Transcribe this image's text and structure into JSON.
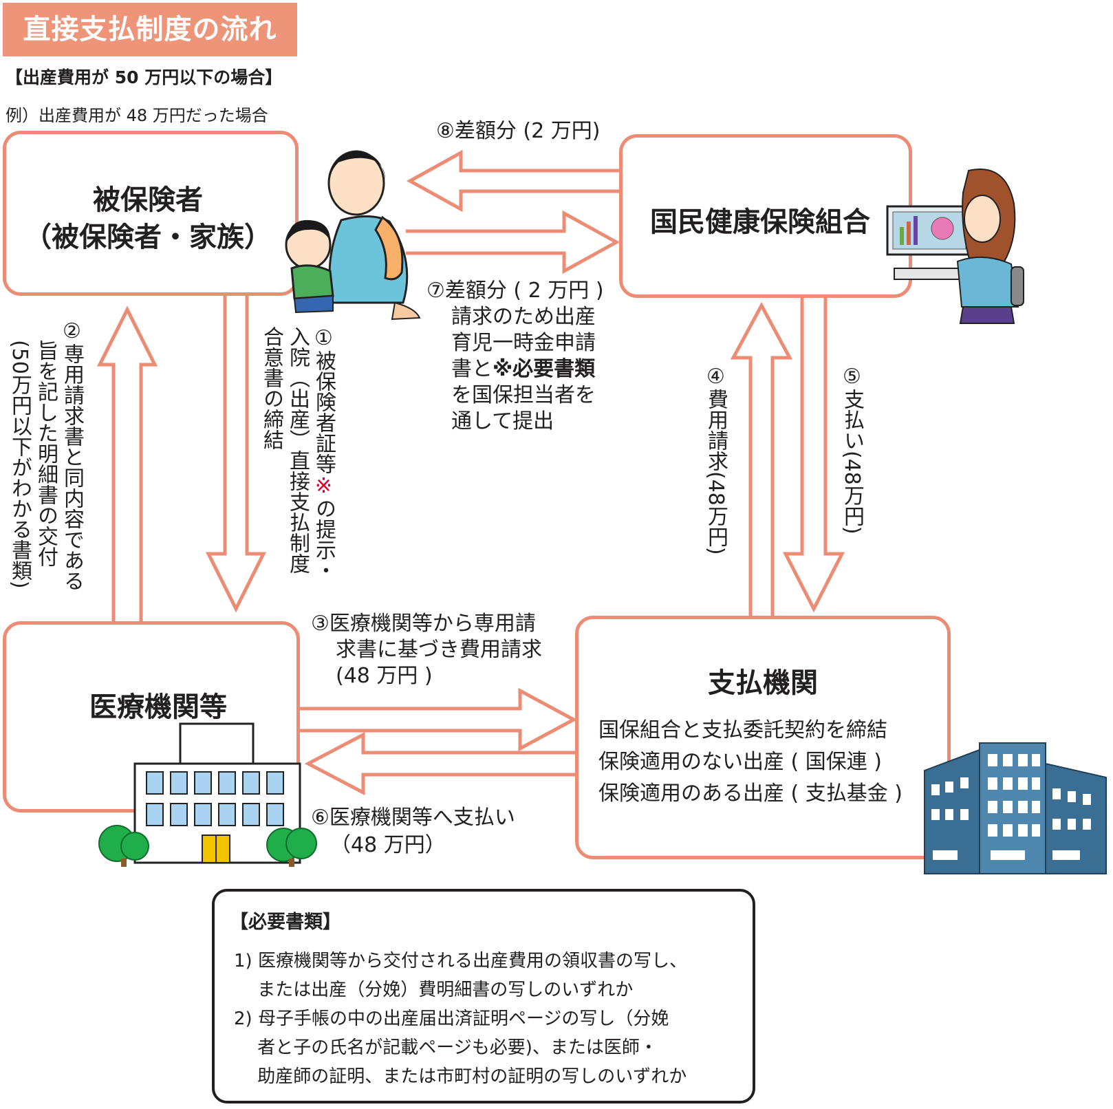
{
  "header": {
    "title": "直接支払制度の流れ",
    "subtitle": "【出産費用が 50 万円以下の場合】",
    "example": "例）出産費用が 48 万円だった場合"
  },
  "nodes": {
    "insured_line1": "被保険者",
    "insured_line2": "（被保険者・家族）",
    "union": "国民健康保険組合",
    "medical": "医療機関等",
    "payer": "支払機関",
    "payer_lines": [
      "国保組合と支払委託契約を締結",
      "保険適用のない出産 ( 国保連 )",
      "保険適用のある出産 ( 支払基金 )"
    ]
  },
  "steps": {
    "s1_a": "①被保険者証等",
    "s1_mark": "※",
    "s1_b": "の提示・",
    "s1_c": "入院（出産）直接支払制度",
    "s1_d": "合意書の締結",
    "s2_a": "②専用請求書と同内容である",
    "s2_b": "旨を記した明細書の交付",
    "s2_c": "(50万円以下がわかる書類)",
    "s3_a": "③医療機関等から専用請",
    "s3_b": "求書に基づき費用請求",
    "s3_c": "(48 万円 )",
    "s4": "④費用請求(48万円)",
    "s5": "⑤支払い(48万円)",
    "s6_a": "⑥医療機関等へ支払い",
    "s6_b": "（48 万円）",
    "s7_a": "⑦差額分 ( 2 万円 )",
    "s7_b": "請求のため出産",
    "s7_c": "育児一時金申請",
    "s7_d_pre": "書と",
    "s7_d_bold": "※必要書類",
    "s7_e": "を国保担当者を",
    "s7_f": "通して提出",
    "s8": "⑧差額分 (2 万円)"
  },
  "notes": {
    "heading": "【必要書類】",
    "lines": [
      "1) 医療機関等から交付される出産費用の領収書の写し、",
      "　 または出産（分娩）費明細書の写しのいずれか",
      "2) 母子手帳の中の出産届出済証明ページの写し（分娩",
      "　 者と子の氏名が記載ページも必要)、または医師・",
      "　 助産師の証明、または市町村の証明の写しのいずれか"
    ]
  },
  "icons": [
    "mother-child-illustration",
    "office-worker-illustration",
    "hospital-building-icon",
    "office-building-icon"
  ],
  "colors": {
    "accent": "#ee9579",
    "arrow_outline": "#ec8c74",
    "arrow_shadow": "#c8c8c8",
    "note_mark": "#e4002b"
  }
}
